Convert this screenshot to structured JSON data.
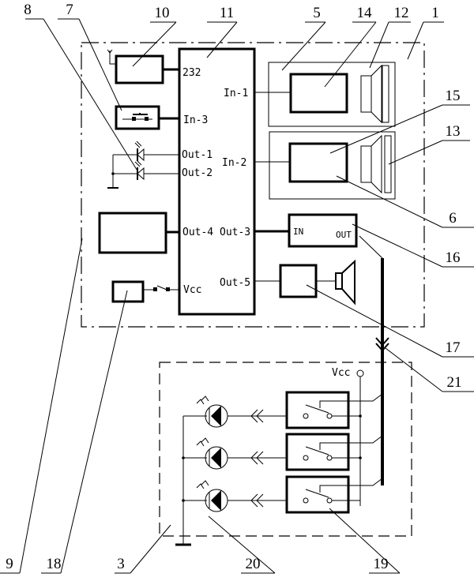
{
  "diagram": {
    "type": "circuit-schematic",
    "ports": {
      "p232": "232",
      "in1": "In-1",
      "in2": "In-2",
      "in3": "In-3",
      "out1": "Out-1",
      "out2": "Out-2",
      "out3": "Out-3",
      "out4": "Out-4",
      "out5": "Out-5",
      "vcc_ctrl": "Vcc",
      "amp_in": "IN",
      "amp_out": "OUT",
      "vcc_relay": "Vcc"
    },
    "reference_numerals": {
      "r1": "1",
      "r3": "3",
      "r5": "5",
      "r6": "6",
      "r7": "7",
      "r8": "8",
      "r9": "9",
      "r10": "10",
      "r11": "11",
      "r12": "12",
      "r13": "13",
      "r14": "14",
      "r15": "15",
      "r16": "16",
      "r17": "17",
      "r18": "18",
      "r19": "19",
      "r20": "20",
      "r21": "21"
    },
    "components": [
      {
        "id": "1",
        "name": "main enclosure (dash-dot boundary)"
      },
      {
        "id": "3",
        "name": "remote lamp unit (dashed boundary)"
      },
      {
        "id": "5",
        "name": "camera module 1"
      },
      {
        "id": "6",
        "name": "camera module 2"
      },
      {
        "id": "7",
        "name": "push button"
      },
      {
        "id": "8",
        "name": "indicator LEDs"
      },
      {
        "id": "9",
        "name": "module on Out-4"
      },
      {
        "id": "10",
        "name": "wireless module (RS-232)"
      },
      {
        "id": "11",
        "name": "controller"
      },
      {
        "id": "12",
        "name": "lens 1"
      },
      {
        "id": "13",
        "name": "lens 2"
      },
      {
        "id": "14",
        "name": "image sensor 1"
      },
      {
        "id": "15",
        "name": "image sensor 2"
      },
      {
        "id": "16",
        "name": "driver / amplifier"
      },
      {
        "id": "17",
        "name": "audio amplifier + speaker"
      },
      {
        "id": "18",
        "name": "power supply with switch"
      },
      {
        "id": "19",
        "name": "relays"
      },
      {
        "id": "20",
        "name": "lamps"
      },
      {
        "id": "21",
        "name": "connector"
      }
    ]
  }
}
